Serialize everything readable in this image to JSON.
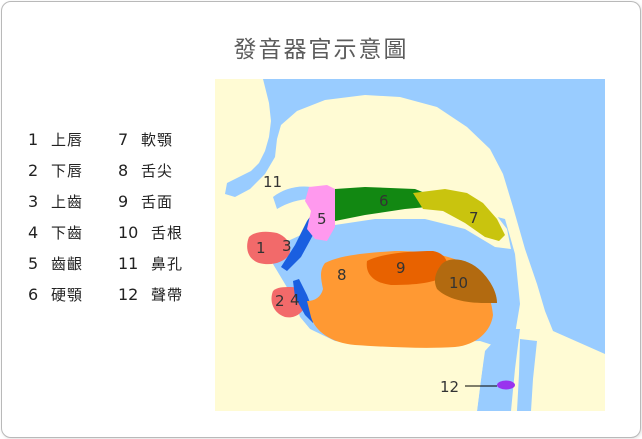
{
  "title": "發音器官示意圖",
  "legend": [
    {
      "num": "1",
      "label": "上唇"
    },
    {
      "num": "7",
      "label": "軟顎"
    },
    {
      "num": "2",
      "label": "下唇"
    },
    {
      "num": "8",
      "label": "舌尖"
    },
    {
      "num": "3",
      "label": "上齒"
    },
    {
      "num": "9",
      "label": "舌面"
    },
    {
      "num": "4",
      "label": "下齒"
    },
    {
      "num": "10",
      "label": "舌根"
    },
    {
      "num": "5",
      "label": "齒齦"
    },
    {
      "num": "11",
      "label": "鼻孔"
    },
    {
      "num": "6",
      "label": "硬顎"
    },
    {
      "num": "12",
      "label": "聲帶"
    }
  ],
  "diagram_labels": {
    "upper_lip": "1",
    "lower_lip": "2",
    "upper_teeth": "3",
    "lower_teeth": "4",
    "alveolar_ridge": "5",
    "hard_palate": "6",
    "soft_palate": "7",
    "tongue_tip": "8",
    "tongue_blade": "9",
    "tongue_root": "10",
    "nostril": "11",
    "vocal_cords": "12"
  },
  "colors": {
    "background_skin": "#fffbd4",
    "airway_blue": "#99ccff",
    "upper_lip": "#f26a6a",
    "lower_lip": "#f26a6a",
    "teeth": "#1a5fe0",
    "alveolar_ridge": "#ff99ee",
    "hard_palate": "#128812",
    "soft_palate": "#c9c40e",
    "tongue": "#ff9933",
    "tongue_blade": "#e86200",
    "tongue_root": "#b26a10",
    "vocal_cords": "#9933ee"
  }
}
